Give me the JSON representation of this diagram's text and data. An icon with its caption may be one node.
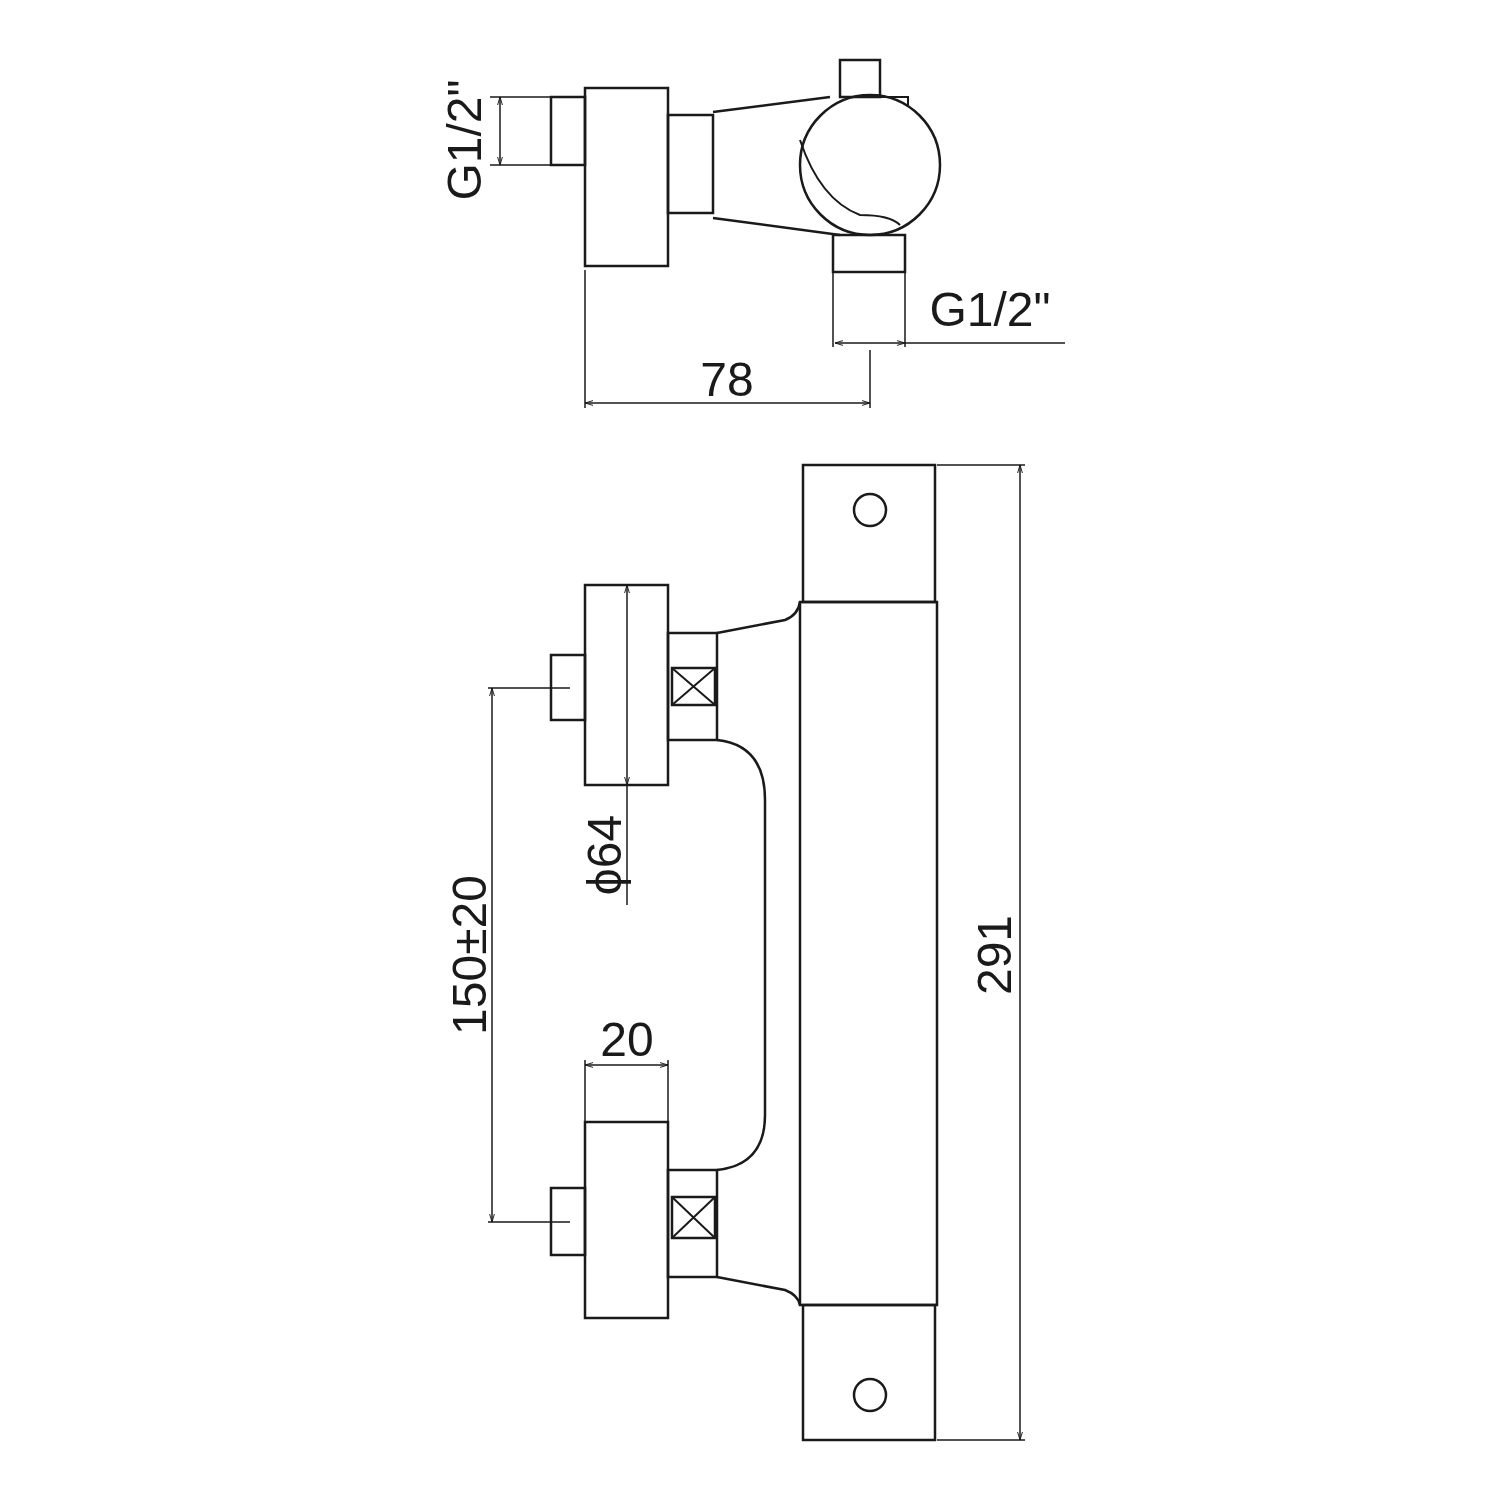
{
  "diagram": {
    "labels": [
      "G1/2\"",
      "G1/2\"",
      "78",
      "ϕ64",
      "150±20",
      "20",
      "291"
    ]
  }
}
